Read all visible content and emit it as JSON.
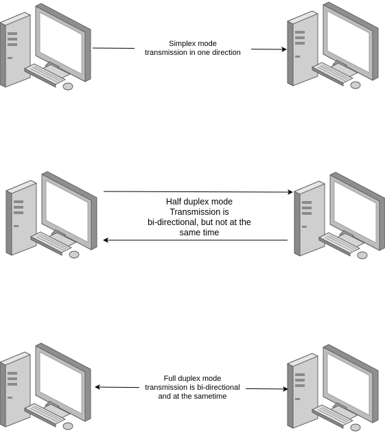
{
  "diagram": {
    "rows": [
      {
        "id": "simplex",
        "label_lines": [
          "Simplex mode",
          "transmission in one direction"
        ]
      },
      {
        "id": "half-duplex",
        "label_lines": [
          "Half duplex mode",
          "Transmission is",
          "bi-directional, but not at the",
          "same time"
        ]
      },
      {
        "id": "full-duplex",
        "label_lines": [
          "Full duplex mode",
          "transmission is bi-directional",
          "and at the sametime"
        ]
      }
    ],
    "icons": {
      "computer": "computer-icon"
    },
    "colors": {
      "line": "#000000",
      "tower_front": "#d9d9d9",
      "tower_side": "#7a7a7a",
      "screen_face": "#ffffff",
      "frame": "#9a9a9a"
    }
  }
}
